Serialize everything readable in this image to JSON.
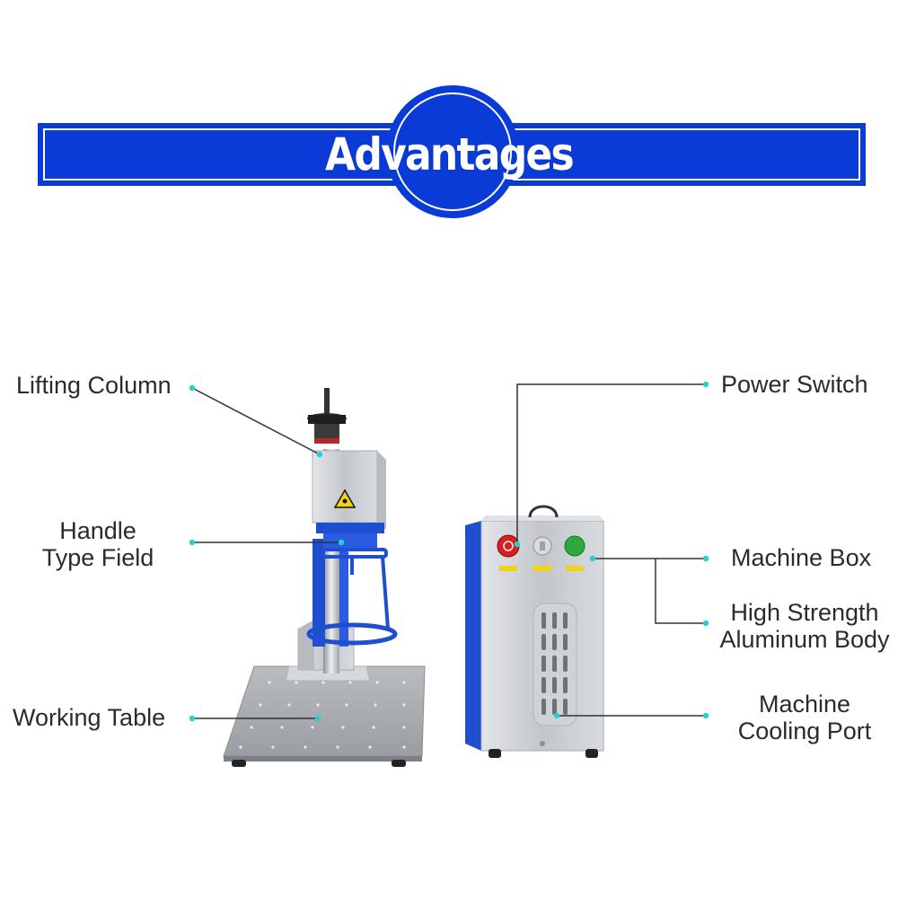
{
  "banner": {
    "title": "Advantages",
    "color": "#0a3bd6"
  },
  "labels": {
    "lifting_column": "Lifting Column",
    "handle_type_field": [
      "Handle",
      "Type Field"
    ],
    "working_table": "Working Table",
    "power_switch": "Power Switch",
    "machine_box": "Machine Box",
    "high_strength_body": [
      "High Strength",
      "Aluminum Body"
    ],
    "cooling_port": [
      "Machine",
      "Cooling Port"
    ]
  },
  "colors": {
    "accent_dot": "#22d3d3",
    "leader_line": "#333333",
    "machine_blue": "#1f4fd1",
    "aluminum": "#c9ccd1"
  },
  "icons": {
    "laser_warning": "laser-warning-icon",
    "emergency_stop": "emergency-stop-icon",
    "key_switch": "key-switch-icon",
    "power_button": "power-button-icon"
  }
}
